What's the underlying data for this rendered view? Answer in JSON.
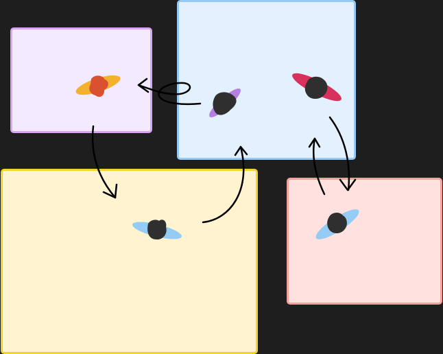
{
  "diagram": {
    "background": "#1e1e1e",
    "arrow_color": "#000000",
    "blob_color": "#2f2f2f",
    "boxes": [
      {
        "id": "box-purple",
        "name": "purple-region-box",
        "fill": "#f4eaff",
        "stroke": "#d6a6f2"
      },
      {
        "id": "box-blue",
        "name": "blue-region-box",
        "fill": "#e3f1ff",
        "stroke": "#97c9f5"
      },
      {
        "id": "box-yellow",
        "name": "yellow-region-box",
        "fill": "#fff3d0",
        "stroke": "#f2d22e"
      },
      {
        "id": "box-red",
        "name": "red-region-box",
        "fill": "#ffe2e0",
        "stroke": "#f3a19a"
      }
    ],
    "markers": [
      {
        "name": "orange-marker-shape",
        "accent": "#f2b22e",
        "core": "#d9512e",
        "region": "purple"
      },
      {
        "name": "purple-marker-shape",
        "accent": "#b57fe2",
        "core": "#2f2f2f",
        "region": "blue"
      },
      {
        "name": "crimson-marker-shape",
        "accent": "#d9315e",
        "core": "#2f2f2f",
        "region": "blue"
      },
      {
        "name": "lightblue-marker-shape",
        "accent": "#94ccf5",
        "core": "#2f2f2f",
        "region": "yellow"
      },
      {
        "name": "skyblue-marker-shape",
        "accent": "#94ccf5",
        "core": "#2f2f2f",
        "region": "red"
      }
    ],
    "connectors": [
      {
        "name": "loop-arrow-blue-to-purple"
      },
      {
        "name": "arrow-purple-to-yellow"
      },
      {
        "name": "arrow-yellow-to-blue"
      },
      {
        "name": "arrow-blue-to-red"
      },
      {
        "name": "arrow-red-to-blue"
      }
    ]
  }
}
